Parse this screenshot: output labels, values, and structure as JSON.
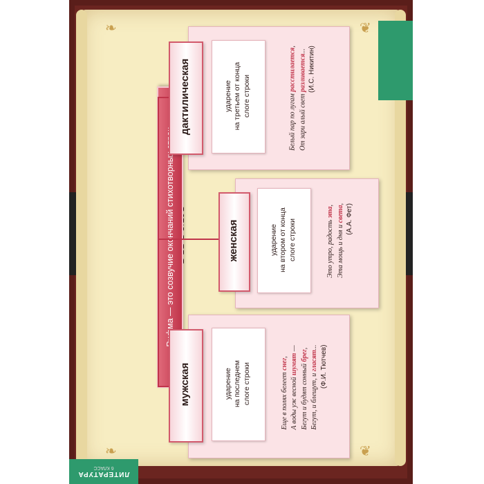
{
  "title": "РИФМА",
  "definition": "Рифма — это созвучие окончаний стихотворных строк",
  "types": [
    {
      "label": "дактилическая",
      "stress": "ударение\nна третьем от конца\nслоге строки",
      "poem": {
        "lines": [
          [
            "Белый пар по лугам ",
            "расстилается",
            ","
          ],
          [
            "От зари алый свет ",
            "разливается",
            "..."
          ]
        ],
        "author": "(И.С. Никитин)"
      }
    },
    {
      "label": "женская",
      "stress": "ударение\nна втором от конца\nслоге строки",
      "poem": {
        "lines": [
          [
            "Это утро, радость ",
            "эта",
            ","
          ],
          [
            "Эта мощь и дня и ",
            "света",
            ","
          ]
        ],
        "author": "(А.А. Фет)"
      }
    },
    {
      "label": "мужская",
      "stress": "ударение\nна последнем\nслоге строки",
      "poem": {
        "lines": [
          [
            "Еще в полях белеет ",
            "снег",
            ","
          ],
          [
            "А воды уж весной ",
            "шумят",
            " —"
          ],
          [
            "Бегут и будят сонный ",
            "брег",
            ","
          ],
          [
            "Бегут, и блещут, и ",
            "гласят",
            "..."
          ]
        ],
        "author": "(Ф.И. Тютчев)"
      }
    }
  ],
  "footer": {
    "subject": "ЛИТЕРАТУРА",
    "grade": "6 КЛАСС"
  },
  "colors": {
    "frame": "#5a1e1a",
    "parchment": "#f7edc2",
    "accent": "#c0344a",
    "green": "#2e9a6d"
  }
}
